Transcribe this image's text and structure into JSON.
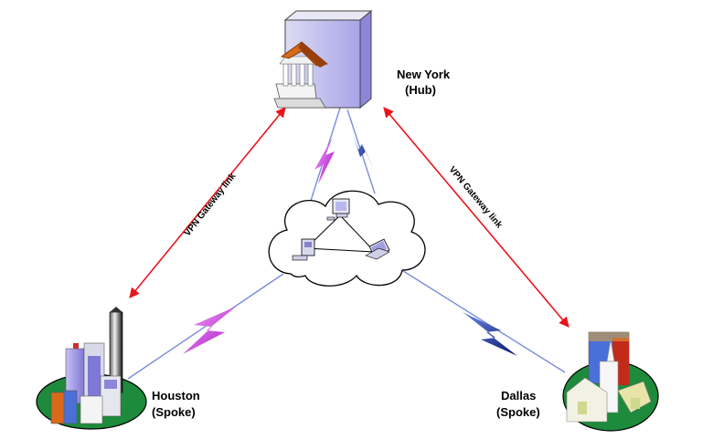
{
  "nodes": {
    "hub": {
      "name": "New York",
      "role": "(Hub)"
    },
    "spoke_left": {
      "name": "Houston",
      "role": "(Spoke)"
    },
    "spoke_right": {
      "name": "Dallas",
      "role": "(Spoke)"
    }
  },
  "links": {
    "left": "VPN Gateway link",
    "right": "VPN Gateway link"
  },
  "colors": {
    "vpn_arrow": "#e8161b",
    "lightning_magenta": "#c218d8",
    "lightning_blue": "#1c2a8c",
    "ground_green": "#1e8a3c",
    "building_purple": "#b9b3f0"
  }
}
